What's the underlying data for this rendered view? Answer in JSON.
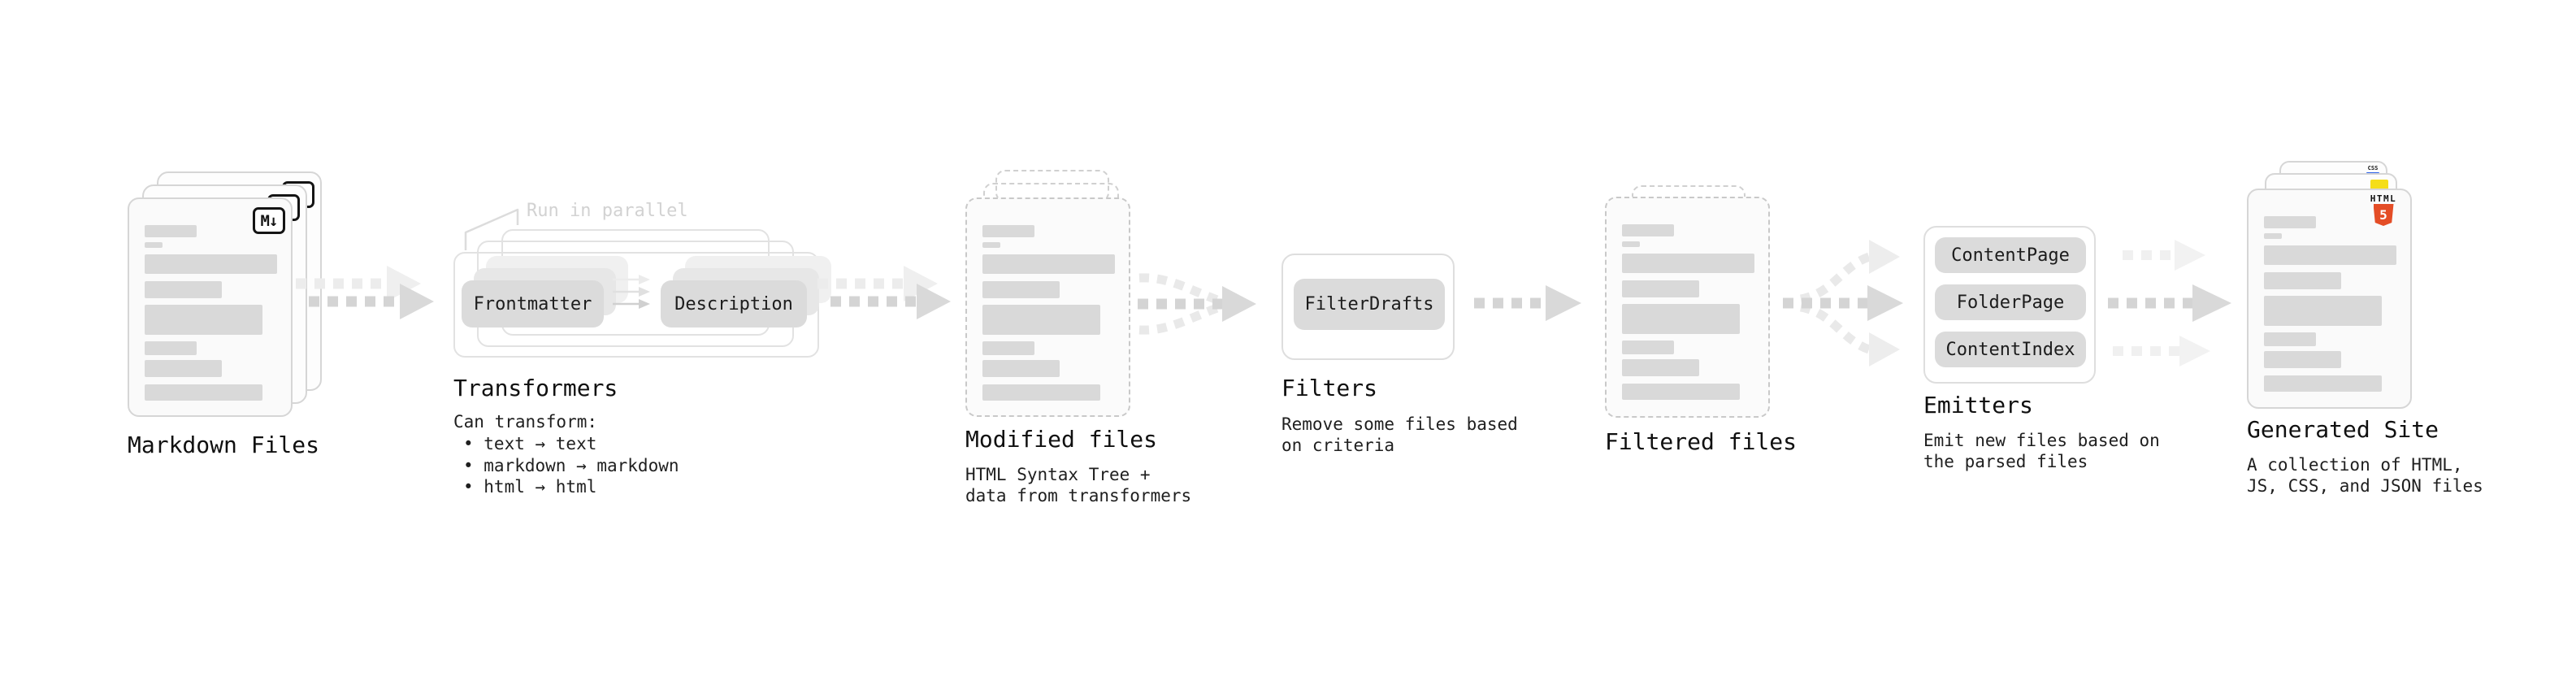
{
  "stages": {
    "markdown_files": {
      "label": "Markdown Files",
      "badge_text": "M↓"
    },
    "transformers": {
      "annotation": "Run in parallel",
      "transformer_a": "Frontmatter",
      "transformer_b": "Description",
      "label": "Transformers",
      "description_title": "Can transform:",
      "bullet_1": "• text → text",
      "bullet_2": "• markdown → markdown",
      "bullet_3": "• html → html"
    },
    "modified_files": {
      "label": "Modified files",
      "description_line1": "HTML Syntax Tree +",
      "description_line2": "data from transformers"
    },
    "filters": {
      "filter_button": "FilterDrafts",
      "label": "Filters",
      "description_line1": "Remove some files based",
      "description_line2": "on criteria"
    },
    "filtered_files": {
      "label": "Filtered files"
    },
    "emitters": {
      "emitter_1": "ContentPage",
      "emitter_2": "FolderPage",
      "emitter_3": "ContentIndex",
      "label": "Emitters",
      "description_line1": "Emit new files based on",
      "description_line2": "the parsed files"
    },
    "generated_site": {
      "label": "Generated Site",
      "description_line1": "A collection of HTML,",
      "description_line2": "JS, CSS, and JSON files",
      "html5_badge_label": "HTML",
      "html5_badge_numeral": "5",
      "css_badge_text": "CSS"
    }
  },
  "colors": {
    "html5_orange": "#E44D26",
    "js_yellow": "#F5DE19",
    "css_blue": "#2B62E9"
  }
}
